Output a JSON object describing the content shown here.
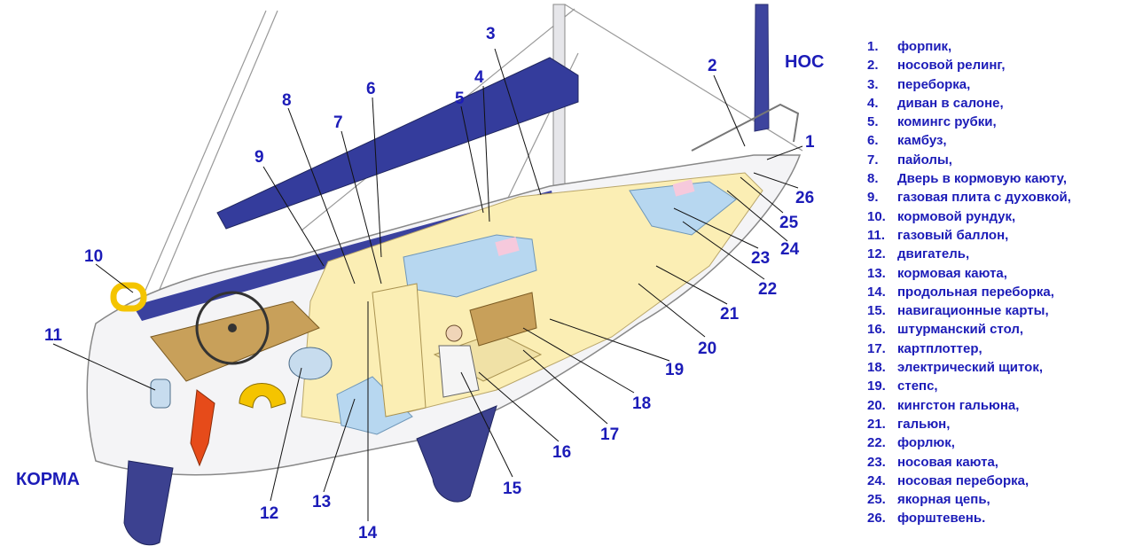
{
  "orientation": {
    "bow": "НОС",
    "stern": "КОРМА"
  },
  "callouts": [
    "1",
    "2",
    "3",
    "4",
    "5",
    "6",
    "7",
    "8",
    "9",
    "10",
    "11",
    "12",
    "13",
    "14",
    "15",
    "16",
    "17",
    "18",
    "19",
    "20",
    "21",
    "22",
    "23",
    "24",
    "25",
    "26"
  ],
  "legend": [
    {
      "num": "1.",
      "text": "форпик,"
    },
    {
      "num": "2.",
      "text": "носовой релинг,"
    },
    {
      "num": "3.",
      "text": "переборка,"
    },
    {
      "num": "4.",
      "text": "диван в салоне,"
    },
    {
      "num": "5.",
      "text": "комингс рубки,"
    },
    {
      "num": "6.",
      "text": "камбуз,"
    },
    {
      "num": "7.",
      "text": "пайолы,"
    },
    {
      "num": "8.",
      "text": "Дверь в кормовую каюту,"
    },
    {
      "num": "9.",
      "text": "газовая плита с духовкой,"
    },
    {
      "num": "10.",
      "text": "кормовой рундук,"
    },
    {
      "num": "11.",
      "text": "газовый баллон,"
    },
    {
      "num": "12.",
      "text": "двигатель,"
    },
    {
      "num": "13.",
      "text": "кормовая каюта,"
    },
    {
      "num": "14.",
      "text": "продольная переборка,"
    },
    {
      "num": "15.",
      "text": "навигационные карты,"
    },
    {
      "num": "16.",
      "text": "штурманский стол,"
    },
    {
      "num": "17.",
      "text": "картплоттер,"
    },
    {
      "num": "18.",
      "text": "электрический щиток,"
    },
    {
      "num": "19.",
      "text": "степс,"
    },
    {
      "num": "20.",
      "text": "кингстон гальюна,"
    },
    {
      "num": "21.",
      "text": "гальюн,"
    },
    {
      "num": "22.",
      "text": "форлюк,"
    },
    {
      "num": "23.",
      "text": "носовая каюта,"
    },
    {
      "num": "24.",
      "text": "носовая переборка,"
    },
    {
      "num": "25.",
      "text": "якорная цепь,"
    },
    {
      "num": "26.",
      "text": "форштевень."
    }
  ],
  "colors": {
    "label": "#1c1cb8",
    "sail_cover": "#343c9c",
    "hull": "#f4f4f6",
    "interior": "#fbeeb4",
    "upholstery": "#b7d7f0",
    "deck_wood": "#c8a05a",
    "keel": "#3c4190"
  }
}
